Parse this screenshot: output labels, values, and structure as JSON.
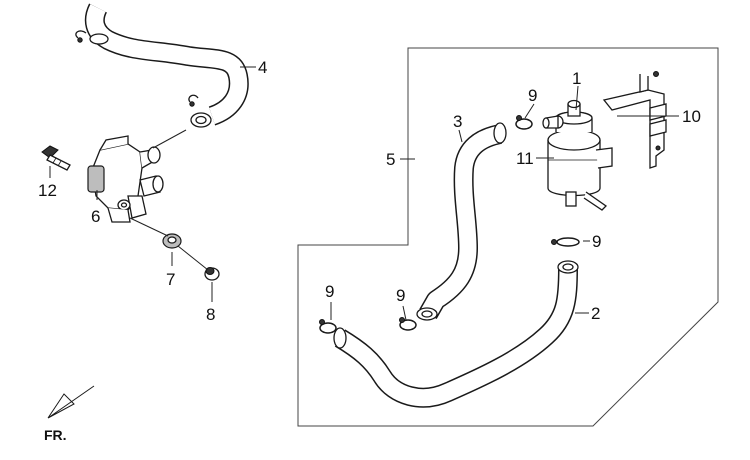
{
  "callouts": {
    "c1": "1",
    "c2": "2",
    "c3": "3",
    "c4": "4",
    "c5": "5",
    "c6": "6",
    "c7": "7",
    "c8": "8",
    "c9a": "9",
    "c9b": "9",
    "c9c": "9",
    "c9d": "9",
    "c10": "10",
    "c11": "11",
    "c12": "12"
  },
  "orientation": {
    "label": "FR."
  },
  "colors": {
    "line": "#1a1a1a",
    "background": "#ffffff"
  }
}
